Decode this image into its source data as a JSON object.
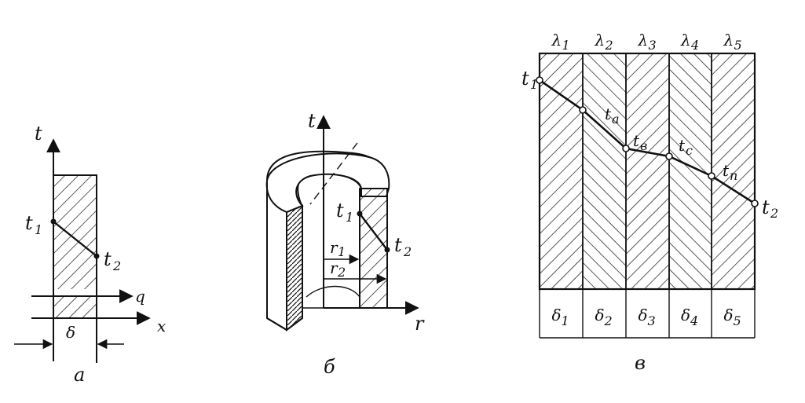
{
  "panel_a": {
    "axis_t": "t",
    "axis_x": "x",
    "axis_q": "q",
    "t1": "t",
    "t1_sub": "1",
    "t2": "t",
    "t2_sub": "2",
    "thickness": "δ",
    "caption": "а"
  },
  "panel_b": {
    "axis_t": "t",
    "axis_r": "r",
    "t1": "t",
    "t1_sub": "1",
    "t2": "t",
    "t2_sub": "2",
    "r1": "r",
    "r1_sub": "1",
    "r2": "r",
    "r2_sub": "2",
    "caption": "б"
  },
  "panel_c": {
    "conductivities": [
      {
        "sym": "λ",
        "sub": "1"
      },
      {
        "sym": "λ",
        "sub": "2"
      },
      {
        "sym": "λ",
        "sub": "3"
      },
      {
        "sym": "λ",
        "sub": "4"
      },
      {
        "sym": "λ",
        "sub": "5"
      }
    ],
    "thicknesses": [
      {
        "sym": "δ",
        "sub": "1"
      },
      {
        "sym": "δ",
        "sub": "2"
      },
      {
        "sym": "δ",
        "sub": "3"
      },
      {
        "sym": "δ",
        "sub": "4"
      },
      {
        "sym": "δ",
        "sub": "5"
      }
    ],
    "temperatures": [
      {
        "sym": "t",
        "sub": "1"
      },
      {
        "sym": "t",
        "sub": "a"
      },
      {
        "sym": "t",
        "sub": "в"
      },
      {
        "sym": "t",
        "sub": "c"
      },
      {
        "sym": "t",
        "sub": "n"
      },
      {
        "sym": "t",
        "sub": "2"
      }
    ],
    "caption": "в"
  }
}
